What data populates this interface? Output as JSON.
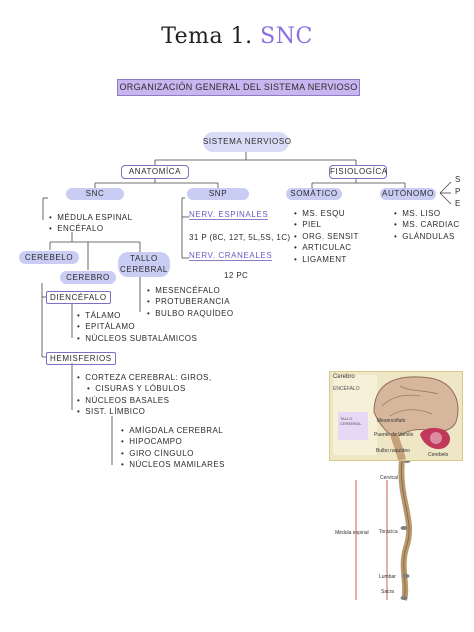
{
  "title": {
    "prefix": "Tema 1.",
    "accent": "SNC"
  },
  "banner": "ORGANIZACIÓN GENERAL DEL SISTEMA NERVIOSO",
  "root": "SISTEMA NERVIOSO",
  "anatomica": "ANATOMÍCA",
  "fisiologica": "FISIOLOGÍCA",
  "snc": "SNC",
  "snp": "SNP",
  "somatico": "SOMÁTICO",
  "autonomo": "AUTÓNOMO",
  "spe": [
    "S",
    "P",
    "E"
  ],
  "snc_items": [
    "MÉDULA ESPINAL",
    "ENCÉFALO"
  ],
  "nerv_espinales": "NERV. ESPINALES",
  "espinales_detail": "31 P (8C, 12T, 5L,5S, 1C)",
  "nerv_craneales": "NERV. CRANEALES",
  "craneales_detail": "12 PC",
  "somatico_items": [
    "MS. ESQU",
    "PIEL",
    "ORG. SENSIT",
    "ARTICULAC",
    "LIGAMENT"
  ],
  "autonomo_items": [
    "MS. LISO",
    "MS. CARDIAC",
    "GLÁNDULAS"
  ],
  "cerebelo": "CEREBELO",
  "cerebro": "CEREBRO",
  "tallo_cerebral": [
    "TALLO",
    "CEREBRAL"
  ],
  "tallo_items": [
    "MESENCÉFALO",
    "PROTUBERANCIA",
    "BULBO RAQUÍDEO"
  ],
  "diencefalo": "DIENCÉFALO",
  "diencefalo_items": [
    "TÁLAMO",
    "EPITÁLAMO",
    "NÚCLEOS SUBTALÁMICOS"
  ],
  "hemisferios": "HEMISFERIOS",
  "hemisferios_items": [
    "CORTEZA CEREBRAL: GIROS,",
    "CISURAS Y LÓBULOS",
    "NÚCLEOS BASALES",
    "SIST. LÍMBICO"
  ],
  "limbico_items": [
    "AMÍGDALA CEREBRAL",
    "HIPOCAMPO",
    "GIRO CÍNGULO",
    "NÚCLEOS MAMILARES"
  ],
  "illustration": {
    "cerebro": "Cerebro",
    "encefalo": "ENCÉFALO",
    "tallo": "TALLO CEREBRAL",
    "mesencefalo": "Mesencéfalo",
    "puente": "Puente de Varolio",
    "bulbo": "Bulbo raquídeo",
    "cerebelo": "Cerebelo",
    "cervical": "Cervical",
    "medula": "Médula espinal",
    "toracica": "Torácica",
    "lumbar": "Lumbar",
    "sacra": "Sacra"
  },
  "colors": {
    "accent": "#8a6fe0",
    "banner_bg": "#c9b6f0",
    "pill": "#c9cdf4",
    "cloud": "#d9dbf7",
    "border": "#7c70c7"
  }
}
